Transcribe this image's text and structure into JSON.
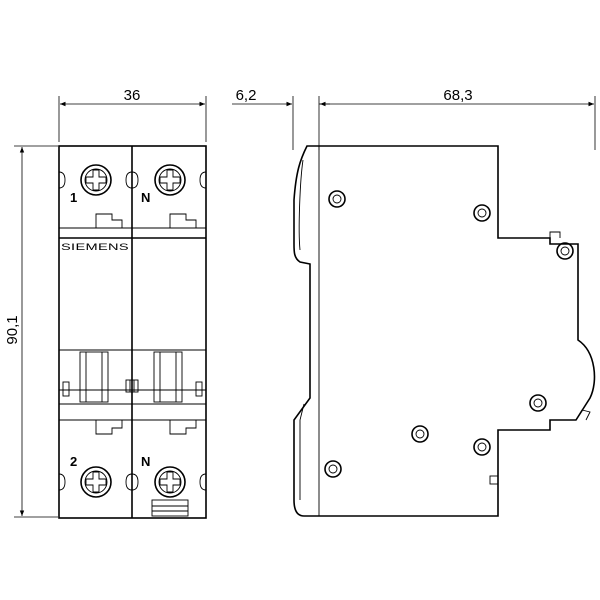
{
  "dimensions": {
    "front_width": "36",
    "rail_offset": "6,2",
    "side_depth": "68,3",
    "height": "90,1"
  },
  "front_view": {
    "brand": "SIEMENS",
    "top_labels": [
      "1",
      "N"
    ],
    "bottom_labels": [
      "2",
      "N"
    ]
  },
  "colors": {
    "line": "#000000",
    "background": "#ffffff"
  }
}
